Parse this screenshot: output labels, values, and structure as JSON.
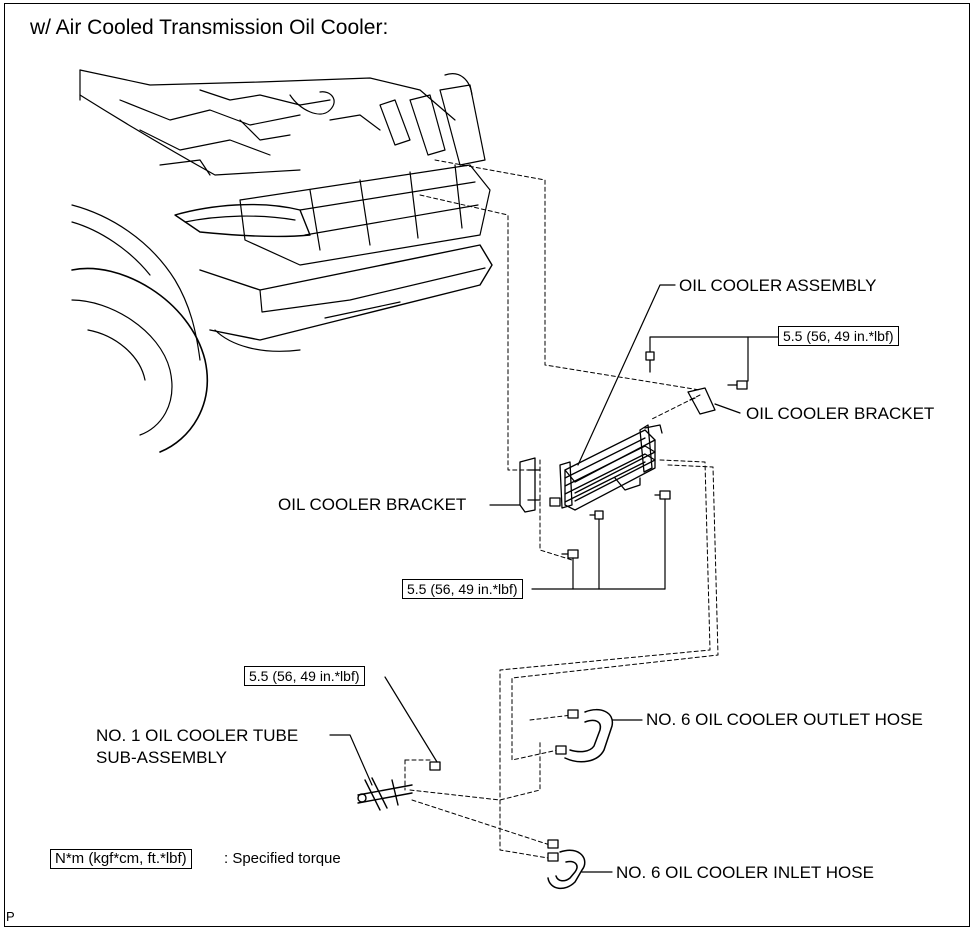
{
  "title": "w/ Air Cooled Transmission Oil Cooler:",
  "labels": {
    "oil_cooler_assembly": "OIL COOLER ASSEMBLY",
    "oil_cooler_bracket_right": "OIL COOLER BRACKET",
    "oil_cooler_bracket_left": "OIL COOLER BRACKET",
    "tube_line1": "NO. 1 OIL COOLER TUBE",
    "tube_line2": "SUB-ASSEMBLY",
    "outlet_hose": "NO. 6 OIL COOLER OUTLET HOSE",
    "inlet_hose": "NO. 6 OIL COOLER INLET HOSE"
  },
  "torque": {
    "upper": "5.5 (56, 49 in.*lbf)",
    "middle": "5.5 (56, 49 in.*lbf)",
    "lower": "5.5 (56, 49 in.*lbf)"
  },
  "legend": {
    "key": "N*m (kgf*cm, ft.*lbf)",
    "text": ": Specified torque"
  },
  "corner_mark": "P"
}
